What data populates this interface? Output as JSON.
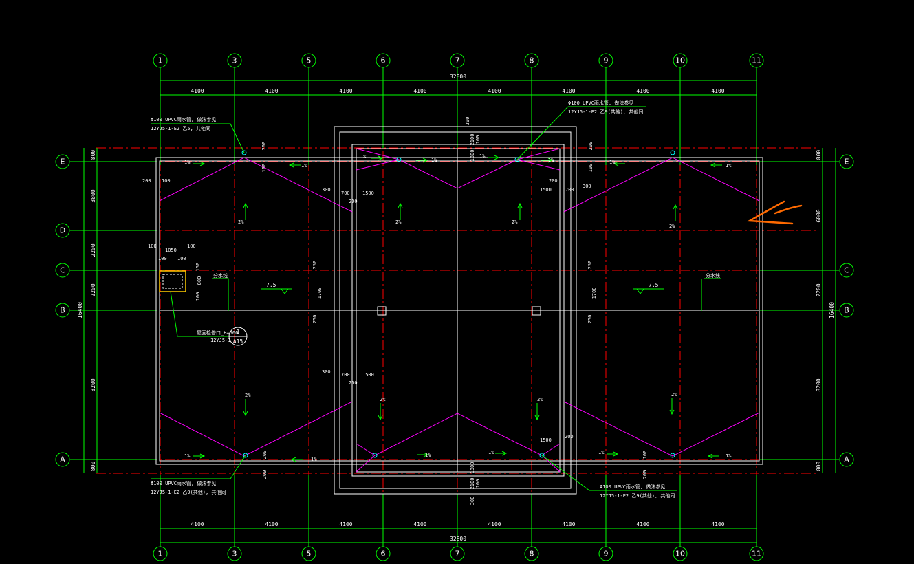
{
  "axes_x": [
    {
      "label": "1"
    },
    {
      "label": "3"
    },
    {
      "label": "5"
    },
    {
      "label": "6"
    },
    {
      "label": "7"
    },
    {
      "label": "8"
    },
    {
      "label": "9"
    },
    {
      "label": "10"
    },
    {
      "label": "11"
    }
  ],
  "axes_y": [
    {
      "label": "E"
    },
    {
      "label": "D"
    },
    {
      "label": "C"
    },
    {
      "label": "B"
    },
    {
      "label": "A"
    }
  ],
  "dims": {
    "bay": "4100",
    "total_x": "32800",
    "left": [
      "800",
      "3800",
      "2200",
      "2200",
      "8200",
      "800"
    ],
    "right": [
      "800",
      "6000",
      "2200",
      "8200",
      "800"
    ],
    "total_y": "16400"
  },
  "texts": {
    "d200": "200",
    "d100": "100",
    "d300": "300",
    "d700": "700",
    "d1500": "1500",
    "d250": "250",
    "d1700": "1700",
    "d1050": "1050",
    "d150": "150",
    "d800": "800",
    "d1800": "1800",
    "d2100": "2100",
    "slope2": "2%",
    "slope1": "1%",
    "elev": "7.5",
    "note_pipe": "Φ100 UPVC雨水管, 做法参见",
    "note_std_a": "12YJ5-1-E2 乙5, 共他同",
    "note_std_b": "12YJ5-1-E2 乙9(共他), 共他同",
    "note_hatch": "屋面检修口_H=600",
    "note_hatch_std": "12YJ5-1",
    "fenshui": "分水线",
    "detail_num": "1",
    "detail_sheet": "A15"
  }
}
